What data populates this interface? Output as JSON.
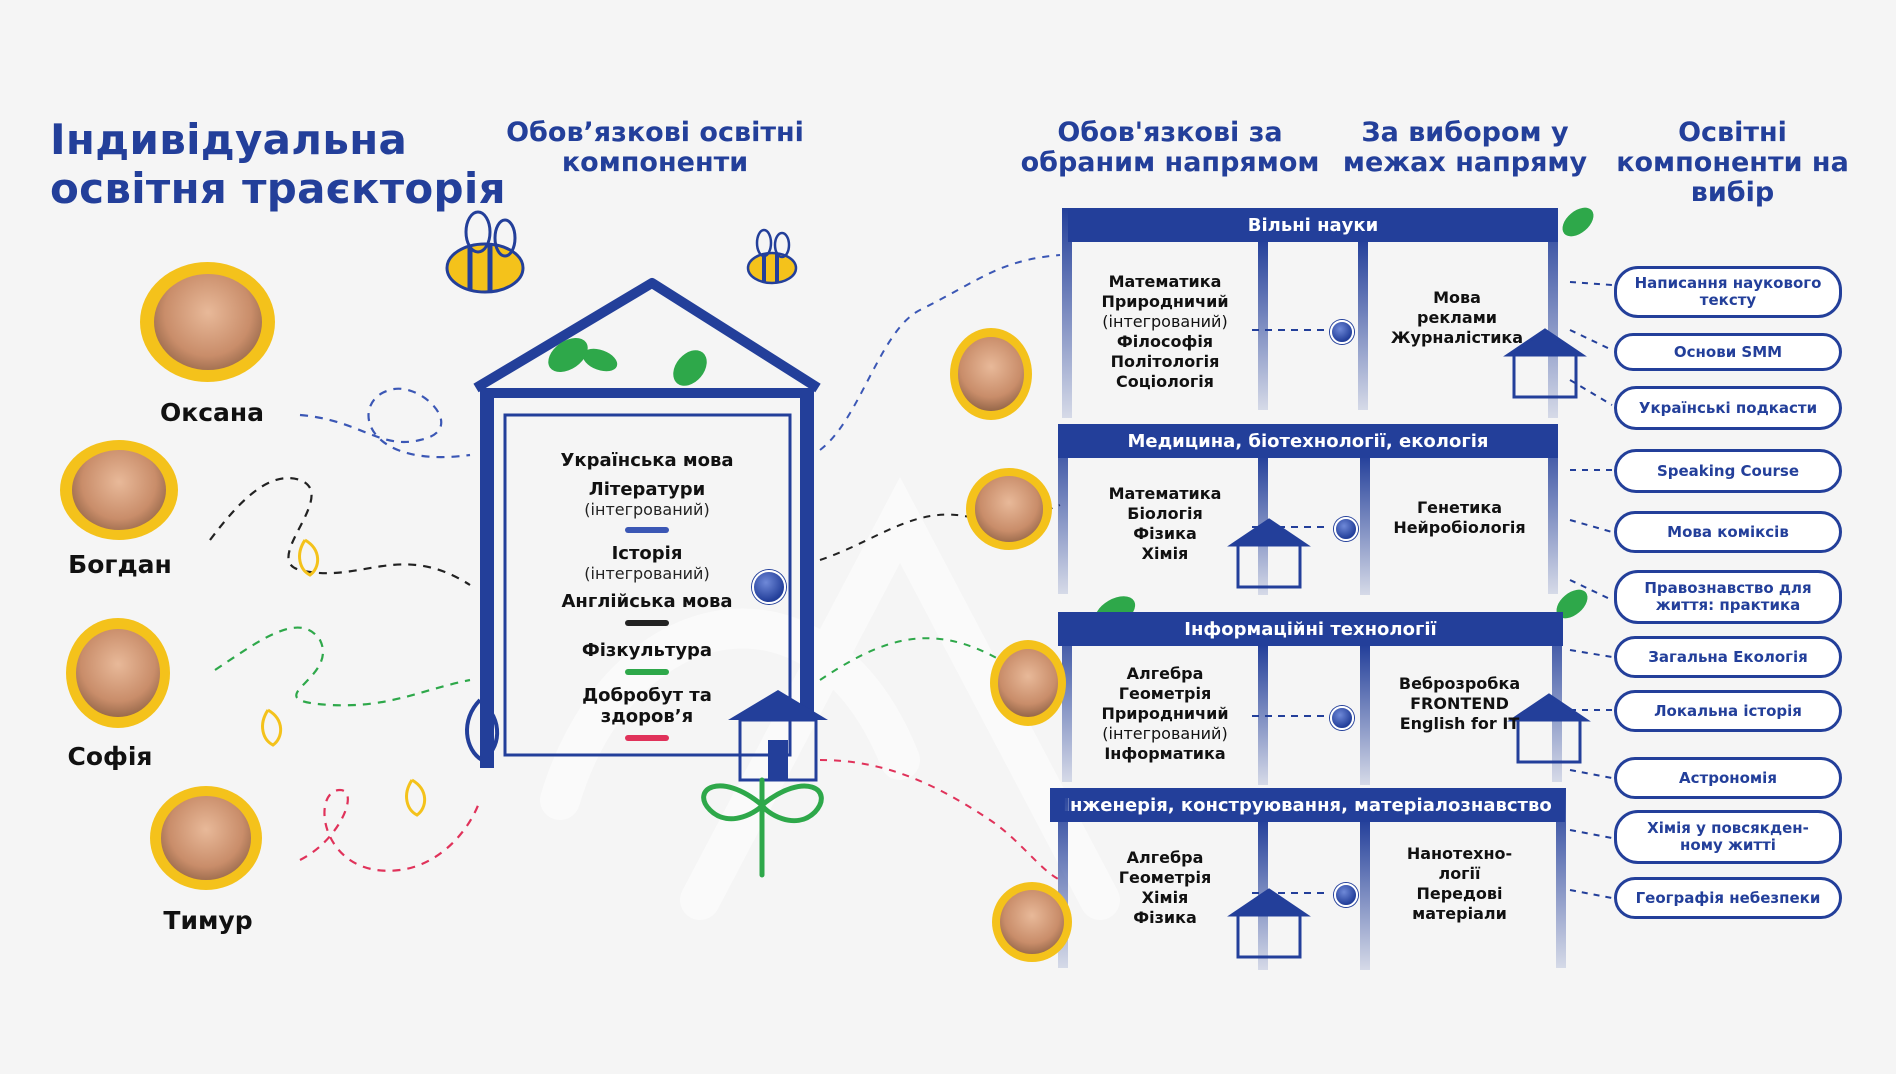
{
  "title": "Індивідуальна освітня траєкторія",
  "columns": {
    "mandatory": "Обов’язкові освітні компоненти",
    "by_direction": "Обов'язкові за обраним напрямом",
    "by_choice": "За вибором у межах напряму",
    "electives": "Освітні компоненти на вибір"
  },
  "students": [
    "Оксана",
    "Богдан",
    "Софія",
    "Тимур"
  ],
  "core_subjects": [
    {
      "name": "Українська мова",
      "note": "",
      "color": ""
    },
    {
      "name": "Літератури",
      "note": "(інтегрований)",
      "color": "#3b57b5"
    },
    {
      "name": "Історія",
      "note": "(інтегрований)",
      "color": ""
    },
    {
      "name": "Англійська мова",
      "note": "",
      "color": "#222222"
    },
    {
      "name": "Фізкультура",
      "note": "",
      "color": "#2ea84a"
    },
    {
      "name": "Добробут та здоров’я",
      "note": "",
      "color": "#e0325a"
    }
  ],
  "directions": [
    {
      "name": "Вільні науки",
      "mandatory": [
        {
          "t": "Математика",
          "light": false
        },
        {
          "t": "Природничий",
          "light": false
        },
        {
          "t": "(інтегрований)",
          "light": true
        },
        {
          "t": "Філософія",
          "light": false
        },
        {
          "t": "Політологія",
          "light": false
        },
        {
          "t": "Соціологія",
          "light": false
        }
      ],
      "choice": [
        "Мова",
        "реклами",
        "Журналістика"
      ]
    },
    {
      "name": "Медицина, біотехнології, екологія",
      "mandatory": [
        {
          "t": "Математика",
          "light": false
        },
        {
          "t": "Біологія",
          "light": false
        },
        {
          "t": "Фізика",
          "light": false
        },
        {
          "t": "Хімія",
          "light": false
        }
      ],
      "choice": [
        "Генетика",
        "Нейробіологія"
      ]
    },
    {
      "name": "Інформаційні технології",
      "mandatory": [
        {
          "t": "Алгебра",
          "light": false
        },
        {
          "t": "Геометрія",
          "light": false
        },
        {
          "t": "Природничий",
          "light": false
        },
        {
          "t": "(інтегрований)",
          "light": true
        },
        {
          "t": "Інформатика",
          "light": false
        }
      ],
      "choice": [
        "Веброзробка",
        "FRONTEND",
        "English for IT"
      ]
    },
    {
      "name": "Інженерія, конструювання, матеріалознавство",
      "mandatory": [
        {
          "t": "Алгебра",
          "light": false
        },
        {
          "t": "Геометрія",
          "light": false
        },
        {
          "t": "Хімія",
          "light": false
        },
        {
          "t": "Фізика",
          "light": false
        }
      ],
      "choice": [
        "Нанотехно-",
        "логії",
        "Передові",
        "матеріали"
      ]
    }
  ],
  "electives": [
    "Написання наукового тексту",
    "Основи SMM",
    "Українські подкасти",
    "Speaking Course",
    "Мова коміксів",
    "Правознавство для життя: практика",
    "Загальна Екологія",
    "Локальна історія",
    "Астрономія",
    "Хімія у повсякден-ному житті",
    "Географія небезпеки"
  ],
  "colors": {
    "brand_blue": "#233f9a",
    "accent_yellow": "#f4c21b",
    "leaf_green": "#2ea84a",
    "dash_red": "#e0325a"
  },
  "icons": [
    "bee-icon",
    "leaf-icon",
    "house-icon",
    "flower-icon",
    "node-dot-icon"
  ]
}
